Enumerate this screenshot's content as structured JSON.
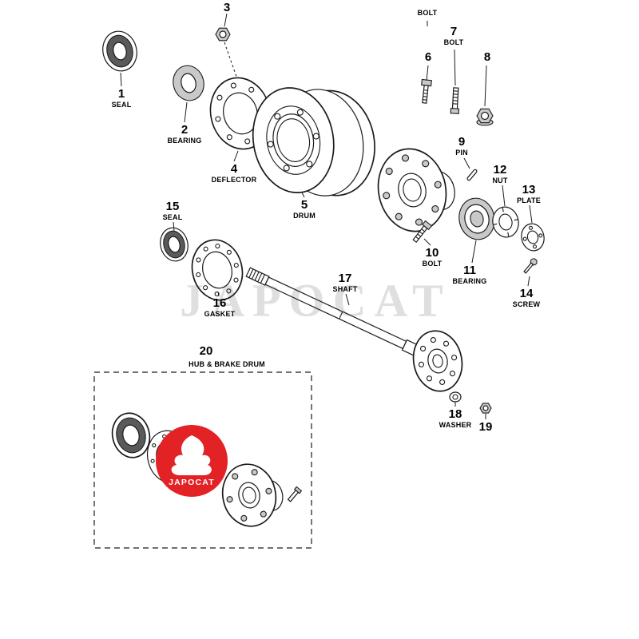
{
  "watermark": "JAPOCAT",
  "logo": {
    "text": "JAPOCAT"
  },
  "colors": {
    "logo_red": "#e32226",
    "line": "#1a1a1a"
  },
  "parts": [
    {
      "number": "1",
      "name": "SEAL"
    },
    {
      "number": "2",
      "name": "BEARING"
    },
    {
      "number": "3",
      "name": ""
    },
    {
      "number": "4",
      "name": "DEFLECTOR"
    },
    {
      "number": "5",
      "name": "DRUM"
    },
    {
      "number": "6",
      "name": "BOLT"
    },
    {
      "number": "7",
      "name": "BOLT"
    },
    {
      "number": "8",
      "name": ""
    },
    {
      "number": "9",
      "name": "PIN"
    },
    {
      "number": "10",
      "name": "BOLT"
    },
    {
      "number": "11",
      "name": "BEARING"
    },
    {
      "number": "12",
      "name": "NUT"
    },
    {
      "number": "13",
      "name": "PLATE"
    },
    {
      "number": "14",
      "name": "SCREW"
    },
    {
      "number": "15",
      "name": "SEAL"
    },
    {
      "number": "16",
      "name": "GASKET"
    },
    {
      "number": "17",
      "name": "SHAFT"
    },
    {
      "number": "18",
      "name": "WASHER"
    },
    {
      "number": "19",
      "name": ""
    },
    {
      "number": "20",
      "name": "HUB & BRAKE DRUM"
    }
  ]
}
